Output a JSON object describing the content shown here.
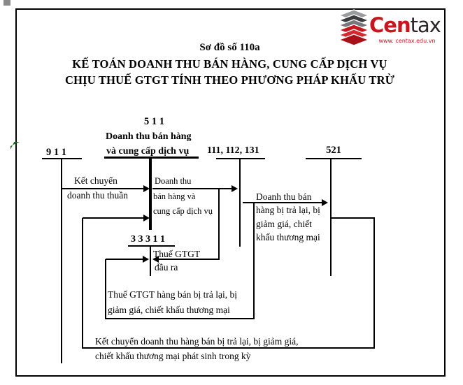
{
  "header": {
    "doc_number": "Sơ đồ số 110a",
    "title_line1": "KẾ TOÁN DOANH THU BÁN HÀNG, CUNG CẤP DỊCH VỤ",
    "title_line2": "CHỊU THUẾ GTGT TÍNH THEO PHƯƠNG PHÁP KHẤU TRỪ"
  },
  "logo": {
    "brand_red": "Cen",
    "brand_dark": "tax",
    "website": "www. centax.edu.vn",
    "colors": {
      "red": "#c7161e",
      "dark": "#2b2527",
      "gray": "#6d6e71"
    }
  },
  "accounts": {
    "a911": {
      "code": "9 1 1"
    },
    "a511": {
      "code": "5 1 1",
      "name1": "Doanh thu bán hàng",
      "name2": "và cung cấp dịch vụ"
    },
    "a111": {
      "code": "111, 112, 131"
    },
    "a521": {
      "code": "521"
    },
    "a33311": {
      "code": "3 3 3 1 1"
    }
  },
  "flows": {
    "net_revenue": {
      "line1": "Kết chuyển",
      "line2": "doanh thu thuần"
    },
    "sales_revenue": {
      "line1": "Doanh thu",
      "line2": "bán hàng và",
      "line3": "cung cấp dịch vụ"
    },
    "output_vat": {
      "line1": "Thuế GTGT",
      "line2": "đầu ra"
    },
    "returns": {
      "line1": "Doanh thu bán",
      "line2": "hàng bị trả lại, bị",
      "line3": "giảm giá, chiết",
      "line4": "khấu thương mại"
    },
    "vat_on_returns": {
      "line1": "Thuế GTGT hàng bán bị trả lại, bị",
      "line2": "giảm giá, chiết khấu thương mại"
    },
    "closing_returns": {
      "line1": "Kết chuyển doanh thu hàng bán bị trả lại, bị giảm giá,",
      "line2": "chiết khấu thương mại phát sinh trong kỳ"
    }
  }
}
